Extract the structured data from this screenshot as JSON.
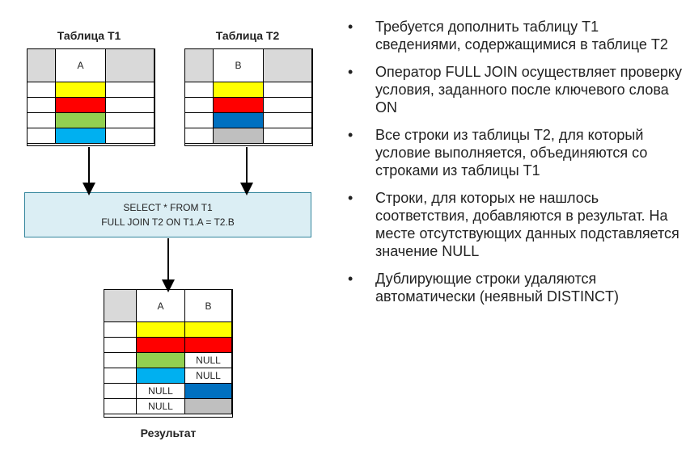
{
  "table1": {
    "title": "Таблица T1",
    "header": [
      "",
      "A",
      ""
    ],
    "rows": [
      [
        "",
        "#ffff00",
        ""
      ],
      [
        "",
        "#ff0000",
        ""
      ],
      [
        "",
        "#92d050",
        ""
      ],
      [
        "",
        "#00b0f0",
        ""
      ]
    ]
  },
  "table2": {
    "title": "Таблица T2",
    "header": [
      "",
      "B",
      ""
    ],
    "rows": [
      [
        "",
        "#ffff00",
        ""
      ],
      [
        "",
        "#ff0000",
        ""
      ],
      [
        "",
        "#0070c0",
        ""
      ],
      [
        "",
        "#bfbfbf",
        ""
      ]
    ]
  },
  "query": {
    "line1": "SELECT * FROM T1",
    "line2": "FULL JOIN T2 ON T1.A = T2.B"
  },
  "result": {
    "title": "Результат",
    "header": [
      "",
      "A",
      "B"
    ],
    "null_text": "NULL",
    "rows": [
      {
        "a": "#ffff00",
        "b": "#ffff00"
      },
      {
        "a": "#ff0000",
        "b": "#ff0000"
      },
      {
        "a": "#92d050",
        "b": "NULL"
      },
      {
        "a": "#00b0f0",
        "b": "NULL"
      },
      {
        "a": "NULL",
        "b": "#0070c0"
      },
      {
        "a": "NULL",
        "b": "#bfbfbf"
      }
    ]
  },
  "bullets": [
    "Требуется дополнить таблицу T1 сведениями, содержащимися в таблице T2",
    "Оператор FULL JOIN осуществляет проверку условия, заданного после ключевого слова ON",
    "Все строки из таблицы T2, для который условие выполняется, объединяются со строками из таблицы T1",
    "Строки, для которых не нашлось соответствия, добавляются в результат. На месте отсутствующих данных подставляется значение NULL",
    "Дублирующие строки удаляются автоматически (неявный DISTINCT)"
  ],
  "bullet_char": "•"
}
